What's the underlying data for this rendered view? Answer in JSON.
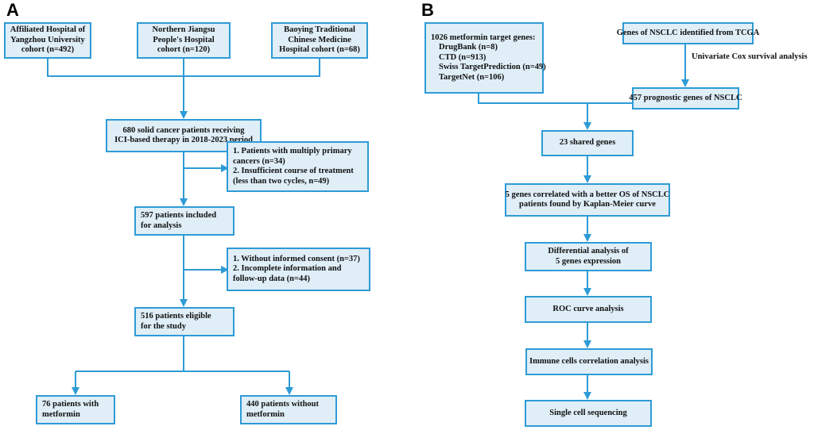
{
  "colors": {
    "box_fill": "#dfeef7",
    "box_border": "#2e9bd6",
    "arrow": "#2e9bd6"
  },
  "panel_a": {
    "label": "A",
    "cohort_1": [
      "Affiliated Hospital of",
      "Yangzhou University",
      "cohort (n=492)"
    ],
    "cohort_2": [
      "Northern Jiangsu",
      "People's Hospital",
      "cohort (n=120)"
    ],
    "cohort_3": [
      "Baoying Traditional",
      "Chinese Medicine",
      "Hospital cohort (n=68)"
    ],
    "total": [
      "680 solid cancer patients receiving",
      "ICI-based therapy in 2018-2023 period"
    ],
    "exclusion_1": [
      "1. Patients with multiply primary",
      "cancers (n=34)",
      "2. Insufficient course of treatment",
      "(less than two cycles, n=49)"
    ],
    "included": [
      "597 patients included",
      "for analysis"
    ],
    "exclusion_2": [
      "1. Without informed consent (n=37)",
      "2. Incomplete information and",
      "follow-up data (n=44)"
    ],
    "eligible": [
      "516 patients eligible",
      "for the study"
    ],
    "with_metformin": [
      "76 patients with",
      "metformin"
    ],
    "without_metformin": [
      "440 patients without",
      "metformin"
    ]
  },
  "panel_b": {
    "label": "B",
    "targets": [
      "1026 metformin target genes:",
      "DrugBank (n=8)",
      "CTD (n=913)",
      "Swiss TargetPrediction (n=49)",
      "TargetNet (n=106)"
    ],
    "tcga": [
      "Genes of NSCLC identified from TCGA"
    ],
    "cox_label": "Univariate Cox survival analysis",
    "prognostic": [
      "457 prognostic genes of NSCLC"
    ],
    "shared": [
      "23 shared genes"
    ],
    "km": [
      "5 genes correlated with a better OS of NSCLC",
      "patients found by Kaplan-Meier curve"
    ],
    "differential": [
      "Differential analysis of",
      "5 genes  expression"
    ],
    "roc": [
      "ROC curve analysis"
    ],
    "immune": [
      "Immune cells  correlation analysis"
    ],
    "single_cell": [
      "Single cell sequencing"
    ]
  }
}
